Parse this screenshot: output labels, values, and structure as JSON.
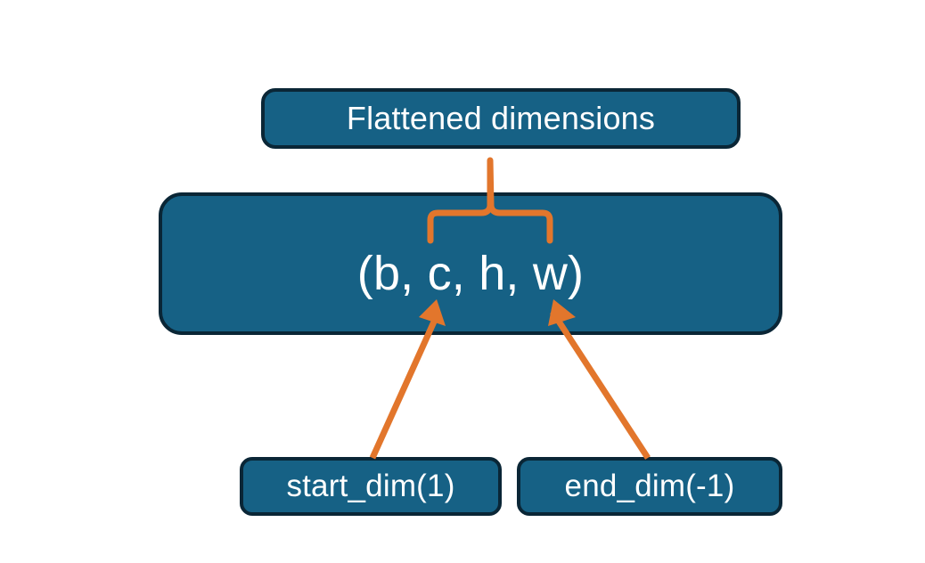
{
  "diagram": {
    "title_node": {
      "label": "Flattened dimensions",
      "name": "flattened-dimensions-box"
    },
    "shape_node": {
      "label": "(b, c, h, w)",
      "name": "tensor-shape-box",
      "dims": [
        "b",
        "c",
        "h",
        "w"
      ]
    },
    "argument_nodes": [
      {
        "label": "start_dim(1)",
        "name": "start-dim-box",
        "value": 1
      },
      {
        "label": "end_dim(-1)",
        "name": "end-dim-box",
        "value": -1
      }
    ],
    "connectors": [
      {
        "name": "brace-to-flattened",
        "kind": "curly-brace",
        "from": "tensor-shape-box",
        "to": "flattened-dimensions-box"
      },
      {
        "name": "arrow-start-dim",
        "kind": "arrow",
        "from": "start-dim-box",
        "to": "tensor-shape-box"
      },
      {
        "name": "arrow-end-dim",
        "kind": "arrow",
        "from": "end-dim-box",
        "to": "tensor-shape-box"
      }
    ],
    "colors": {
      "background": "#ffffff",
      "node_fill": "#166185",
      "node_border": "#0a2636",
      "node_text": "#ffffff",
      "connector": "#E2762C"
    }
  }
}
